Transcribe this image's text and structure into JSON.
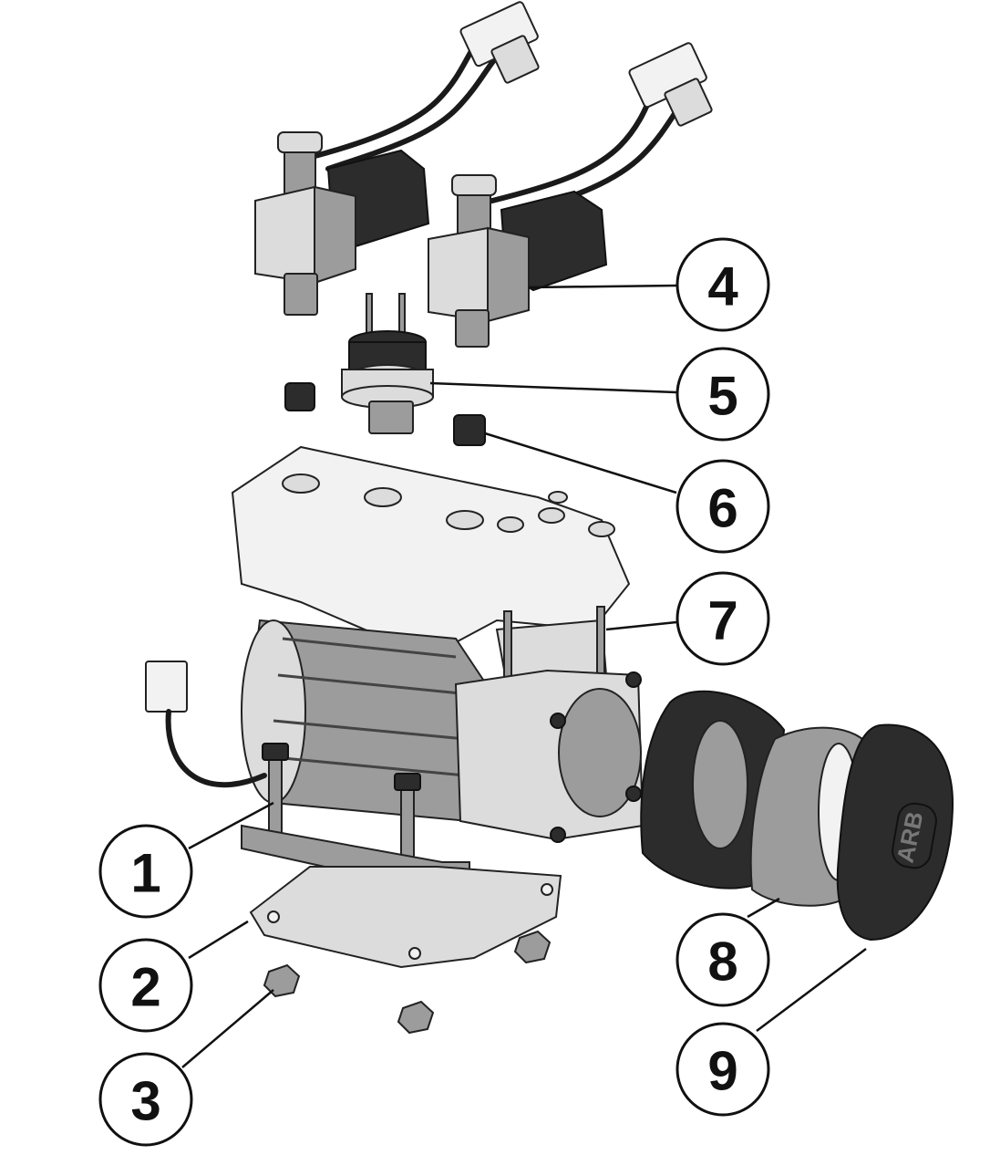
{
  "diagram": {
    "callouts": [
      "1",
      "2",
      "3",
      "4",
      "5",
      "6",
      "7",
      "8",
      "9"
    ],
    "logo_text": "ARB"
  }
}
